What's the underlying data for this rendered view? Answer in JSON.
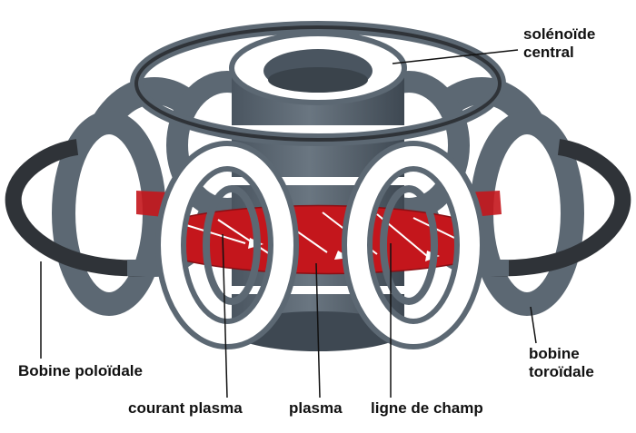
{
  "labels": {
    "solenoid": [
      "solénoïde",
      "central"
    ],
    "poloidal": "Bobine poloïdale",
    "toroidal": [
      "bobine",
      "toroïdale"
    ],
    "current": "courant plasma",
    "plasma": "plasma",
    "field": "ligne de champ"
  },
  "colors": {
    "coil": "#5c6873",
    "coil_dark": "#3a434b",
    "coil_light": "#ffffff",
    "plasma": "#c4161c",
    "poloidal_coil": "#2f3338",
    "text": "#111111"
  }
}
